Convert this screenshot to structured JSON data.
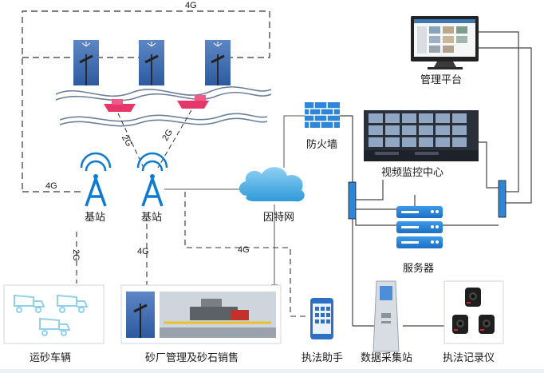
{
  "labels": {
    "mgmt_platform": "管理平台",
    "firewall": "防火墙",
    "video_center": "视频监控中心",
    "internet": "因特网",
    "server": "服务器",
    "base_station_1": "基站",
    "base_station_2": "基站",
    "trucks": "运砂车辆",
    "sand_plant": "砂厂管理及砂石销售",
    "enforcement_assistant": "执法助手",
    "data_station": "数据采集站",
    "recorder": "执法记录仪"
  },
  "links": {
    "top": "4G",
    "left": "4G",
    "boat_left": "2G",
    "boat_right": "2G",
    "truck": "2G",
    "plant": "4G",
    "internet_right": "4G"
  },
  "colors": {
    "accent_blue": "#0d7bd1",
    "line_dark": "#3a3a3a",
    "boat_pink": "#e5376a",
    "water_line": "#6d7f99"
  }
}
